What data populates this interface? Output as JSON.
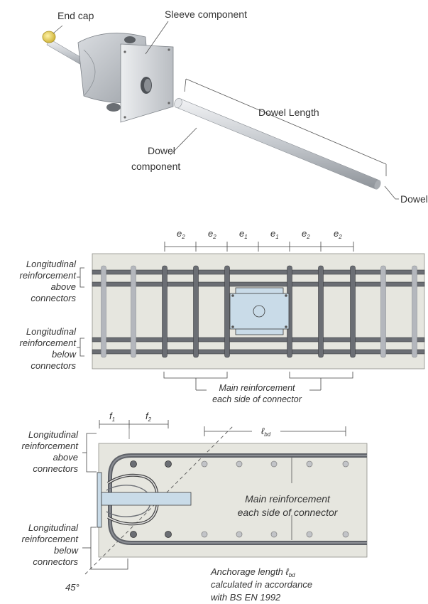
{
  "component": {
    "end_cap_label": "End cap",
    "sleeve_label": "Sleeve component",
    "dowel_length_label": "Dowel Length",
    "dowel_component_label_line1": "Dowel",
    "dowel_component_label_line2": "component",
    "dowel_label": "Dowel"
  },
  "plan": {
    "spacing_labels": [
      {
        "main": "e",
        "sub": "2"
      },
      {
        "main": "e",
        "sub": "2"
      },
      {
        "main": "e",
        "sub": "1"
      },
      {
        "main": "e",
        "sub": "1"
      },
      {
        "main": "e",
        "sub": "2"
      },
      {
        "main": "e",
        "sub": "2"
      }
    ],
    "above_label": [
      "Longitudinal",
      "reinforcement",
      "above",
      "connectors"
    ],
    "below_label": [
      "Longitudinal",
      "reinforcement",
      "below",
      "connectors"
    ],
    "main_reinf_label": [
      "Main reinforcement",
      "each side of connector"
    ]
  },
  "section": {
    "f1": {
      "main": "f",
      "sub": "1"
    },
    "f2": {
      "main": "f",
      "sub": "2"
    },
    "lbd": {
      "main": "ℓ",
      "sub": "bd"
    },
    "above_label": [
      "Longitudinal",
      "reinforcement",
      "above",
      "connectors"
    ],
    "below_label": [
      "Longitudinal",
      "reinforcement",
      "below",
      "connectors"
    ],
    "main_reinf_label": [
      "Main reinforcement",
      "each side of connector"
    ],
    "angle_label": "45°",
    "anchorage_line1_prefix": "Anchorage length ",
    "anchorage_symbol": "ℓ",
    "anchorage_sub": "bd",
    "anchorage_line2": "calculated in accordance",
    "anchorage_line3": "with BS EN 1992"
  },
  "colors": {
    "slab": "#e6e6df",
    "bar_dark": "#6b6e74",
    "bar_light": "#b4b7bd",
    "sleeve_blue": "#c9dbe8",
    "metal": "#b8bcc2",
    "end_cap": "#e8d35a"
  }
}
